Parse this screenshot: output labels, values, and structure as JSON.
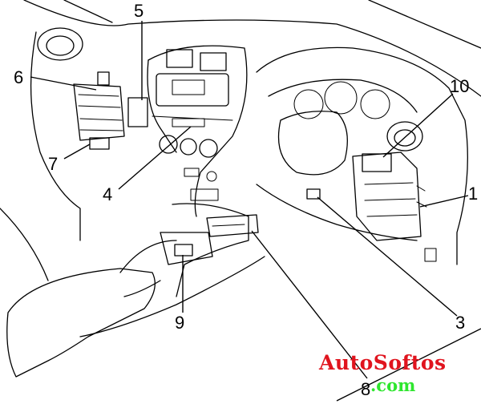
{
  "diagram": {
    "callouts": [
      {
        "id": "1",
        "label": "1"
      },
      {
        "id": "3",
        "label": "3"
      },
      {
        "id": "4",
        "label": "4"
      },
      {
        "id": "5",
        "label": "5"
      },
      {
        "id": "6",
        "label": "6"
      },
      {
        "id": "7",
        "label": "7"
      },
      {
        "id": "8",
        "label": "8"
      },
      {
        "id": "9",
        "label": "9"
      },
      {
        "id": "10",
        "label": "10"
      }
    ]
  },
  "watermark": {
    "brand": "AutoSoftos",
    "suffix": ".com",
    "brand_color": "#e0141e",
    "suffix_color": "#2ee62e"
  }
}
